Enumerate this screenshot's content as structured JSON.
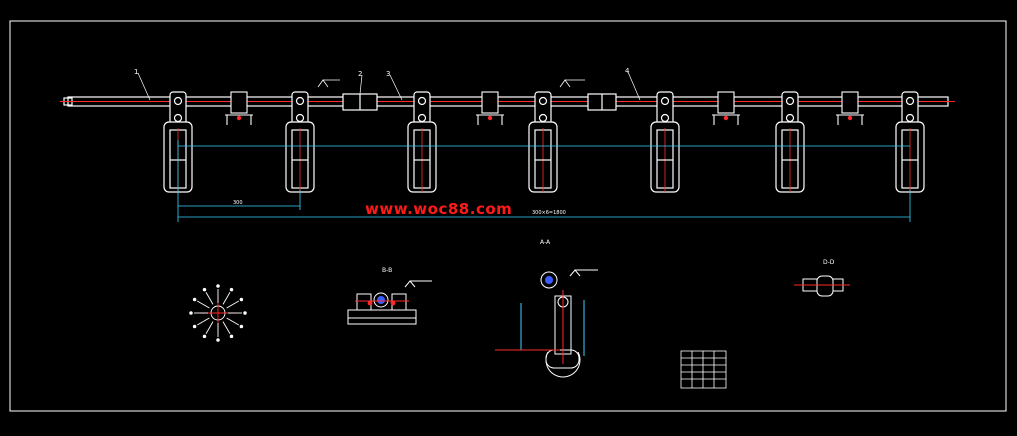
{
  "watermark": "www.woc88.com",
  "colors": {
    "background": "#000000",
    "outline": "#ffffff",
    "centerline": "#ff2a2a",
    "dimension": "#37d3ff",
    "watermark": "#ff1a1a"
  },
  "views": {
    "section_aa": "A-A",
    "section_bb": "B-B",
    "section_dd": "D-D"
  },
  "callouts": [
    "1",
    "2",
    "3",
    "4"
  ],
  "dimensions": {
    "total_span": "300×6=1800",
    "pitch": "300"
  },
  "title_block": "title-block"
}
